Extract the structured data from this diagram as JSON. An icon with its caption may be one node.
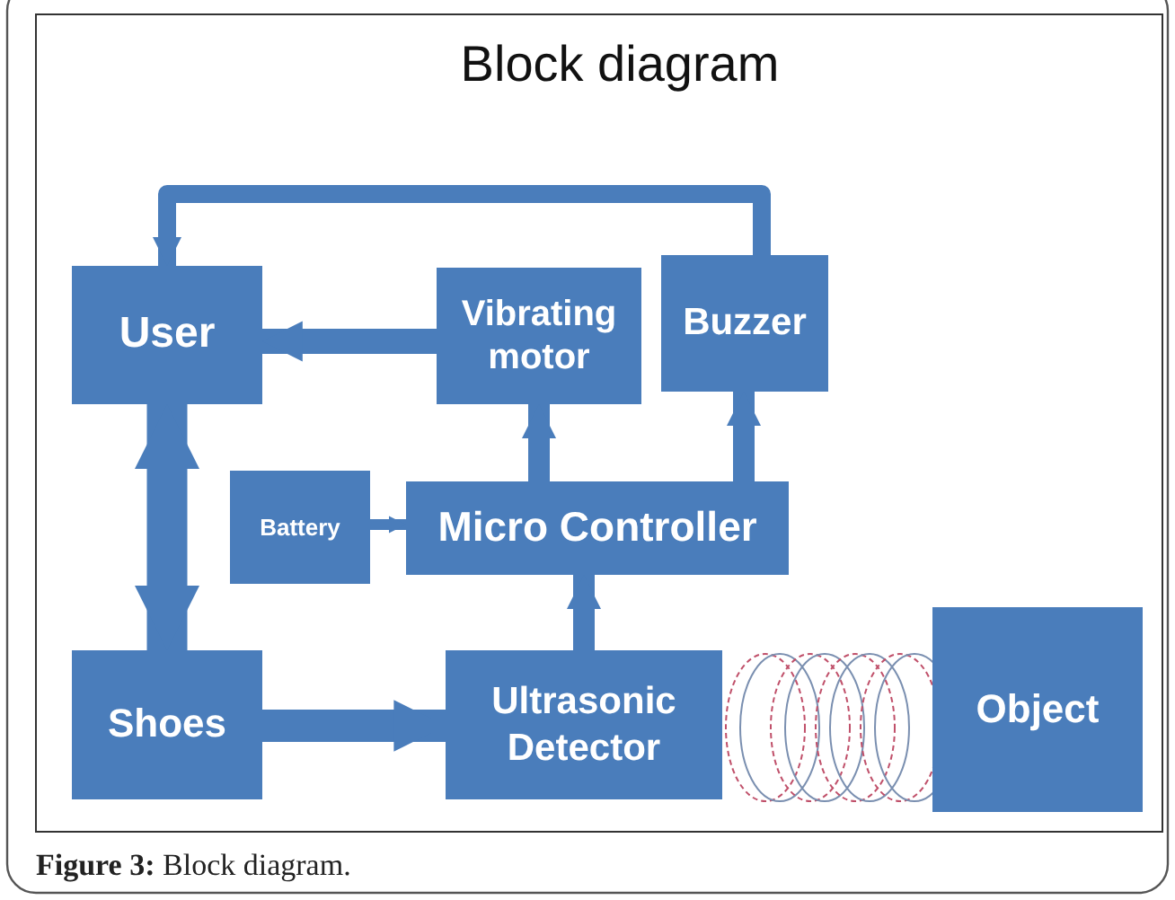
{
  "diagram": {
    "title": "Block diagram",
    "caption": "**Figure 3:** Block diagram.",
    "nodes": [
      {
        "text": [
          "User"
        ]
      },
      {
        "text": [
          "Vibrating motor"
        ]
      },
      {
        "text": [
          "Buzzer"
        ]
      },
      {
        "text": [
          "Battery"
        ]
      },
      {
        "text": [
          "Micro Controller"
        ]
      },
      {
        "text": [
          "Shoes"
        ]
      },
      {
        "text": [
          "Ultrasonic Detector"
        ]
      },
      {
        "text": [
          "Object"
        ]
      }
    ],
    "edges": [
      {
        "from": 2,
        "to": 0,
        "arrow": "to"
      },
      {
        "from": 1,
        "to": 0,
        "arrow": "to"
      },
      {
        "from": 4,
        "to": 1,
        "arrow": "to"
      },
      {
        "from": 4,
        "to": 2,
        "arrow": "to"
      },
      {
        "from": 3,
        "to": 4,
        "arrow": "to"
      },
      {
        "from": 6,
        "to": 4,
        "arrow": "to"
      },
      {
        "from": 0,
        "to": 5,
        "arrow": "both",
        "style": "thick"
      },
      {
        "from": 5,
        "to": 6,
        "arrow": "to"
      }
    ]
  }
}
